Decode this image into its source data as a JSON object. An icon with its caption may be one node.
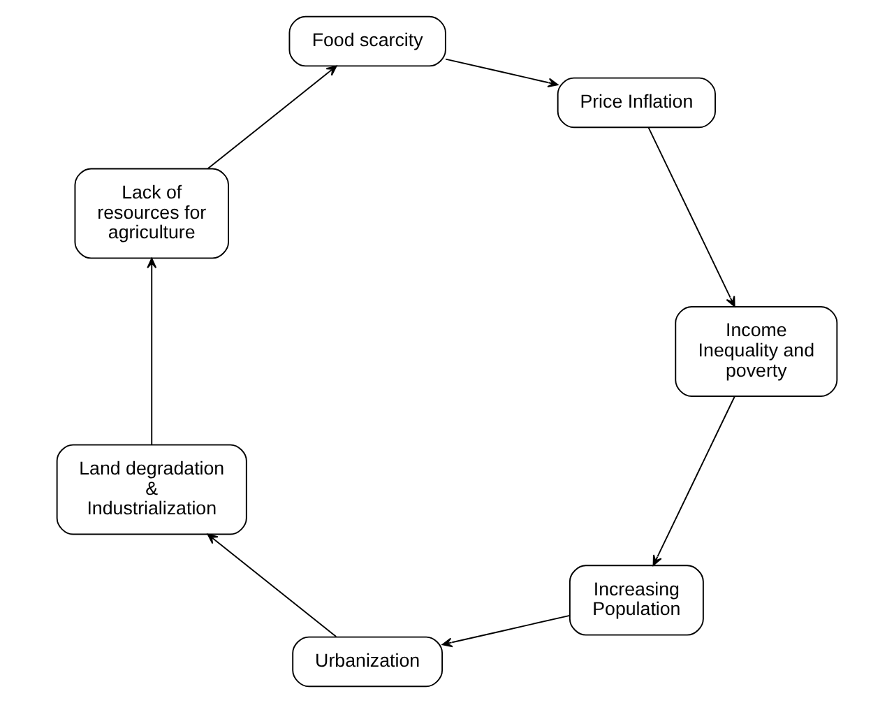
{
  "diagram": {
    "nodes": [
      {
        "text": [
          "Increasing Population"
        ]
      },
      {
        "text": [
          "Urbanization"
        ]
      },
      {
        "text": [
          "Land degradation & Industrialization"
        ]
      },
      {
        "text": [
          "Lack of resources for agriculture"
        ]
      },
      {
        "text": [
          "Food scarcity"
        ]
      },
      {
        "text": [
          "Price Inflation"
        ]
      },
      {
        "text": [
          "Income Inequality and poverty"
        ]
      }
    ],
    "edges": [
      {
        "from": 0,
        "to": 1,
        "arrow": "to"
      },
      {
        "from": 1,
        "to": 2,
        "arrow": "to"
      },
      {
        "from": 2,
        "to": 3,
        "arrow": "to"
      },
      {
        "from": 3,
        "to": 4,
        "arrow": "to"
      },
      {
        "from": 4,
        "to": 5,
        "arrow": "to"
      },
      {
        "from": 5,
        "to": 6,
        "arrow": "to"
      },
      {
        "from": 6,
        "to": 0,
        "arrow": "to"
      }
    ]
  }
}
